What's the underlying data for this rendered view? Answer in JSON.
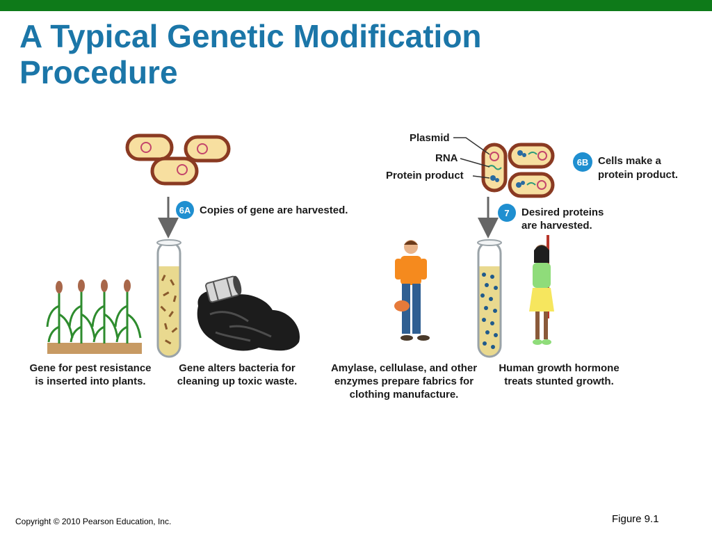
{
  "slide": {
    "title": "A Typical Genetic Modification Procedure",
    "copyright": "Copyright © 2010 Pearson Education, Inc.",
    "figure": "Figure 9.1"
  },
  "colors": {
    "top_bar": "#0e7a19",
    "title": "#1b76a8",
    "step_badge": "#1f8fd0",
    "bacterium_wall": "#8a3a22",
    "bacterium_fill": "#f7dfa0"
  },
  "diagram": {
    "left": {
      "step": "6A",
      "step_text": "Copies of gene are harvested.",
      "captions": {
        "plants": [
          "Gene for pest resistance",
          "is inserted into plants."
        ],
        "waste": [
          "Gene alters bacteria for",
          "cleaning up toxic waste."
        ]
      }
    },
    "right": {
      "labels": {
        "plasmid": "Plasmid",
        "rna": "RNA",
        "protein": "Protein product"
      },
      "step_b": "6B",
      "step_b_text": [
        "Cells make a",
        "protein product."
      ],
      "step_7": "7",
      "step_7_text": [
        "Desired proteins",
        "are harvested."
      ],
      "captions": {
        "enzymes": [
          "Amylase, cellulase, and other",
          "enzymes prepare fabrics for",
          "clothing manufacture."
        ],
        "hormone": [
          "Human growth hormone",
          "treats stunted growth."
        ]
      }
    }
  }
}
